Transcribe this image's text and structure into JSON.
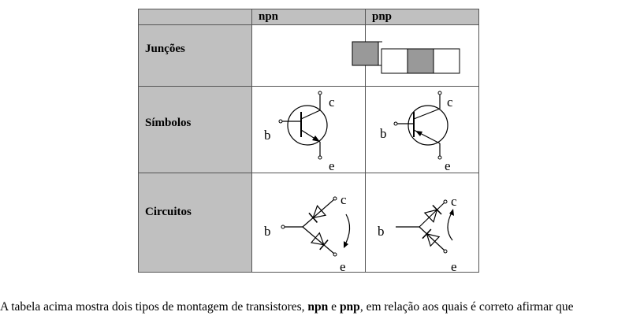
{
  "table": {
    "headers": [
      "",
      "npn",
      "pnp"
    ],
    "rows": [
      {
        "label": "Junções"
      },
      {
        "label": "Símbolos"
      },
      {
        "label": "Circuitos"
      }
    ]
  },
  "terminal_labels": {
    "base": "b",
    "collector": "c",
    "emitter": "e"
  },
  "colors": {
    "header_bg": "#c0c0c0",
    "junction_fill": "#999999"
  },
  "caption": {
    "part1": "A tabela acima mostra dois tipos de montagem de transistores, ",
    "npn": "npn",
    "and": " e ",
    "pnp": "pnp",
    "part2": ", em relação aos quais é correto afirmar que"
  }
}
